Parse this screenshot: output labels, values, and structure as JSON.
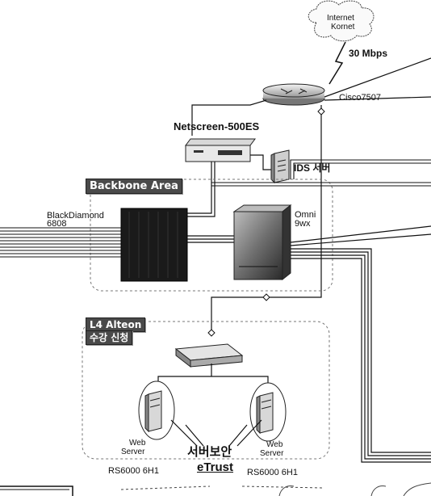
{
  "labels": {
    "internet": "Internet",
    "isp": "Kornet",
    "bandwidth": "30 Mbps",
    "router": "Cisco7507",
    "firewall": "Netscreen-500ES",
    "ids": "IDS 서버",
    "backbone_area": "Backbone Area",
    "core_switch_line1": "BlackDiamond",
    "core_switch_line2": "6808",
    "omni_line1": "Omni",
    "omni_line2": "9wx",
    "l4_line1": "L4 Alteon",
    "l4_line2": "수강 신청",
    "web_server_left_line1": "Web",
    "web_server_left_line2": "Server",
    "web_server_right_line1": "Web",
    "web_server_right_line2": "Server",
    "security_line1": "서버보안",
    "security_line2": "eTrust",
    "model_left": "RS6000 6H1",
    "model_right": "RS6000 6H1"
  }
}
